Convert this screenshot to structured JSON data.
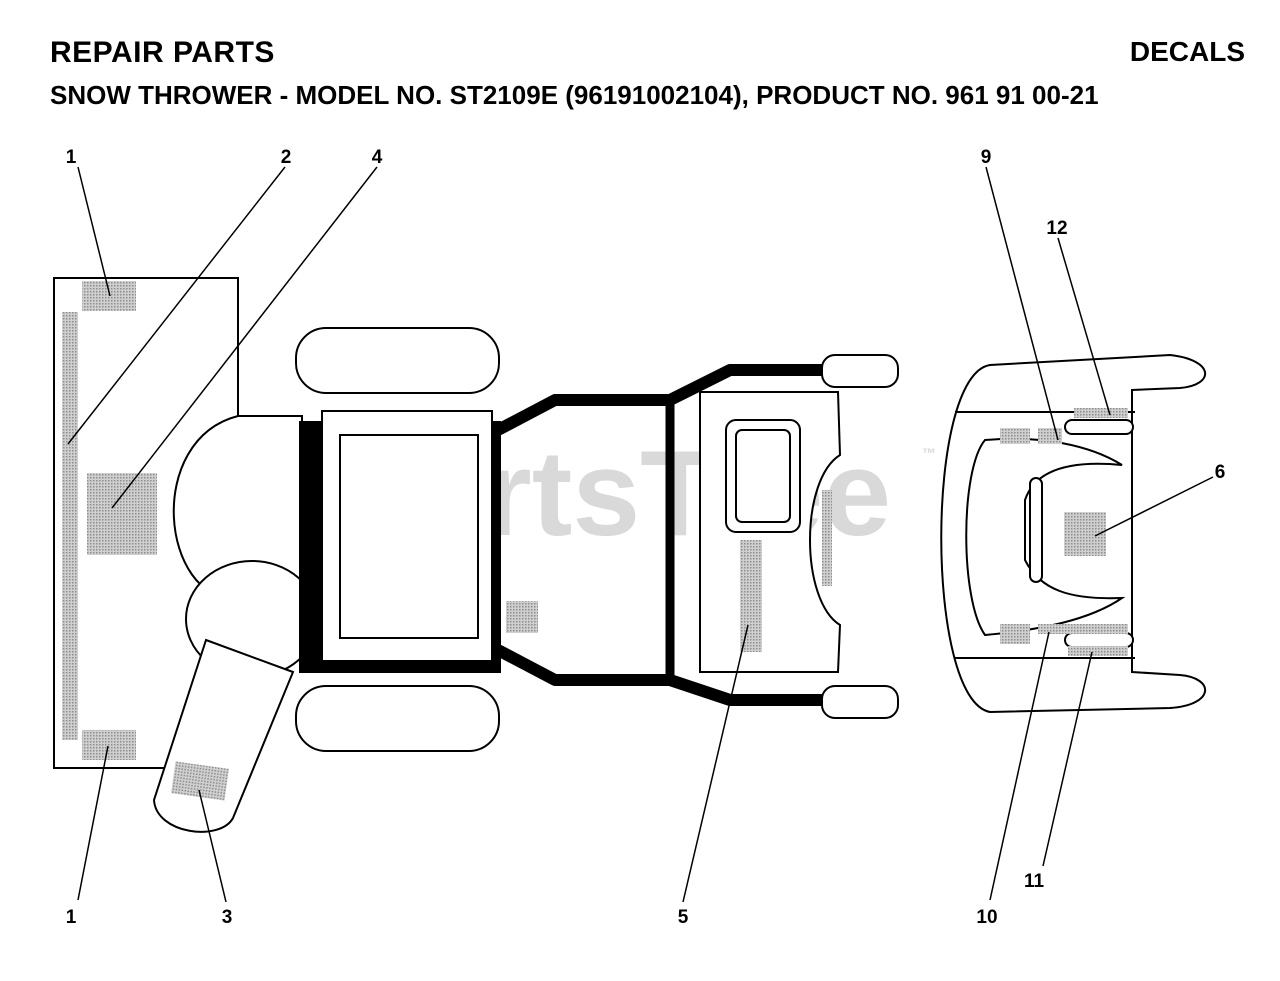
{
  "header": {
    "title": "REPAIR PARTS",
    "section": "DECALS",
    "subtitle_prefix": "SNOW THROWER - MODEL NO. ",
    "model_no": "ST2109E",
    "subtitle_suffix": " (96191002104), PRODUCT NO. 961 91 00-21"
  },
  "watermark": {
    "text": "PartsTree",
    "trademark": "™"
  },
  "callouts": [
    {
      "id": "1-top",
      "label": "1"
    },
    {
      "id": "2",
      "label": "2"
    },
    {
      "id": "4",
      "label": "4"
    },
    {
      "id": "9",
      "label": "9"
    },
    {
      "id": "12",
      "label": "12"
    },
    {
      "id": "6",
      "label": "6"
    },
    {
      "id": "1-bottom",
      "label": "1"
    },
    {
      "id": "3",
      "label": "3"
    },
    {
      "id": "5",
      "label": "5"
    },
    {
      "id": "10",
      "label": "10"
    },
    {
      "id": "11",
      "label": "11"
    }
  ],
  "colors": {
    "line": "#000000",
    "decal": "#b5b5b5",
    "watermark": "#d9d9d9"
  }
}
